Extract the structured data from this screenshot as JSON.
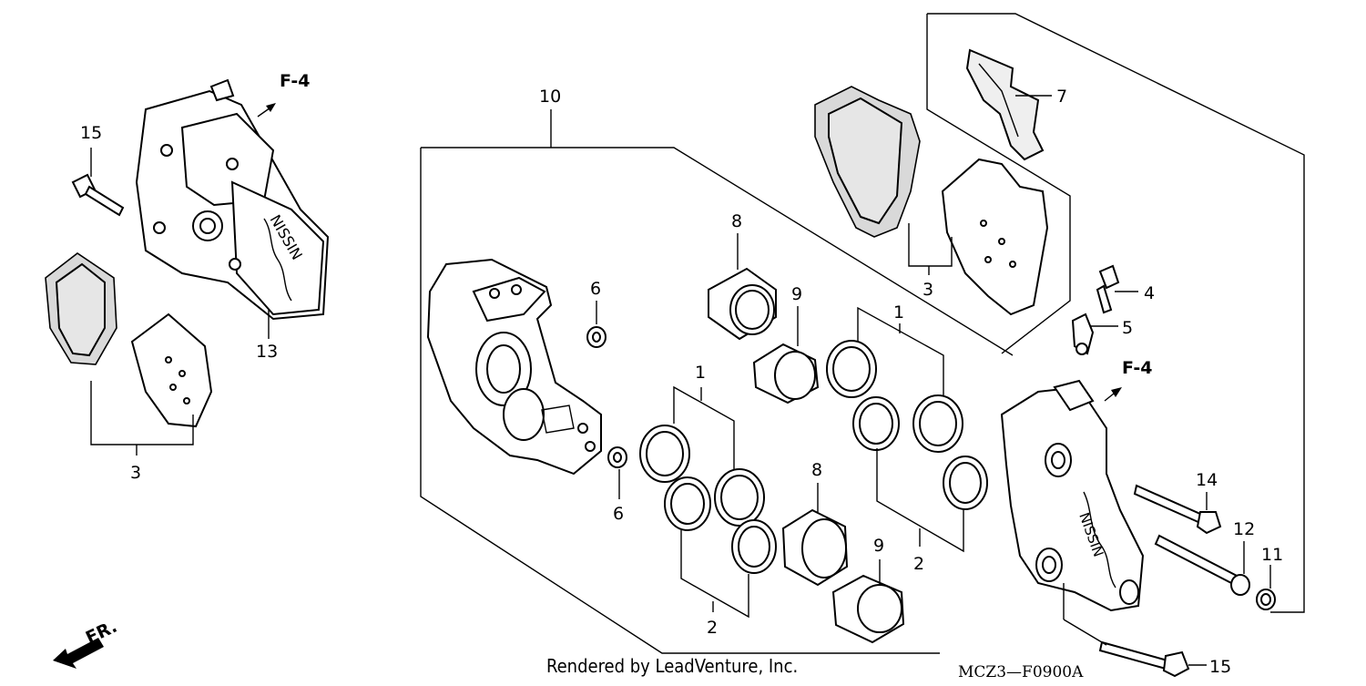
{
  "diagram": {
    "footer_credit": "Rendered by LeadVenture, Inc.",
    "diagram_code": "MCZ3—F0900A",
    "front_marker": "FR.",
    "ref_label": "F-4",
    "callouts": {
      "c1a": "1",
      "c1b": "1",
      "c2a": "2",
      "c2b": "2",
      "c3a": "3",
      "c3b": "3",
      "c4": "4",
      "c5": "5",
      "c6a": "6",
      "c6b": "6",
      "c7": "7",
      "c8a": "8",
      "c8b": "8",
      "c9a": "9",
      "c9b": "9",
      "c10": "10",
      "c11": "11",
      "c12": "12",
      "c13": "13",
      "c14": "14",
      "c15a": "15",
      "c15b": "15"
    }
  }
}
